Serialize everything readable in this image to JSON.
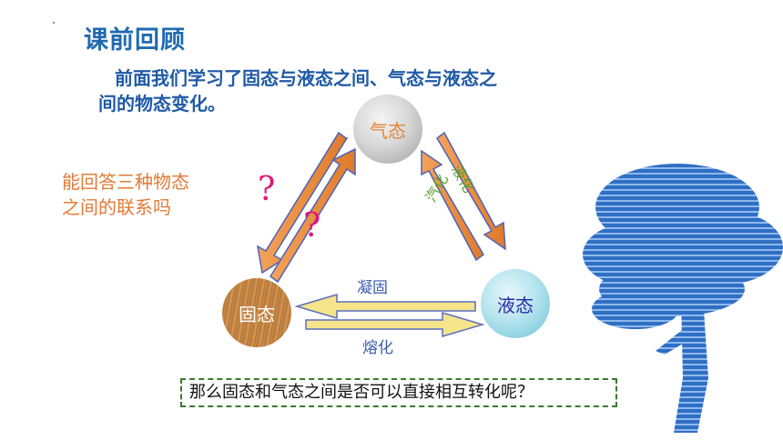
{
  "slide": {
    "title": "课前回顾",
    "intro_line1": "前面我们学习了固态与液态之间、气态与液态之",
    "intro_line2": "间的物态变化。",
    "question_left_line1": "能回答三种物态",
    "question_left_line2": "之间的联系吗",
    "qmark_1": "?",
    "qmark_2": "?"
  },
  "states": {
    "gas": "气态",
    "solid": "固态",
    "liquid": "液态"
  },
  "transitions": {
    "vaporize": "汽化",
    "liquefy": "液化",
    "solidify": "凝固",
    "melt": "熔化"
  },
  "bottom_question": "那么固态和气态之间是否可以直接相互转化呢？",
  "colors": {
    "title": "#1f6ab0",
    "question_left": "#e27a35",
    "qmark": "#e0177a",
    "arrow_fill": "#f5e48a",
    "arrow_stroke": "#5a6fc0",
    "diag_arrow_fill": "#e88a3c",
    "tree": "#3f7fd0"
  }
}
